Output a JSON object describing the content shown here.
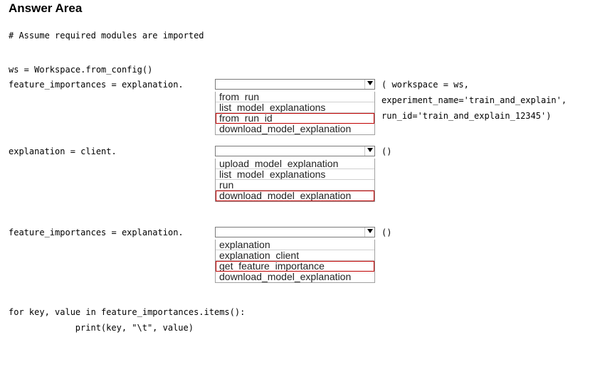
{
  "title": "Answer Area",
  "code": {
    "comment": "# Assume required modules are imported",
    "ws_line": "ws = Workspace.from_config()",
    "fi_line1": "feature_importances = explanation.",
    "args_1": "( workspace = ws,",
    "args_2": "experiment_name='train_and_explain',",
    "args_3": "run_id='train_and_explain_12345')",
    "expl_line": "explanation = client.",
    "parens_2": "()",
    "fi_line3": "feature_importances = explanation.",
    "parens_3": "()",
    "for_line": "for key, value in feature_importances.items():",
    "print_line": "        print(key, \"\\t\", value)"
  },
  "dropdown1": {
    "selected": "",
    "options": [
      "from_run",
      "list_model_explanations",
      "from_run_id",
      "download_model_explanation"
    ],
    "highlighted": "from_run_id"
  },
  "dropdown2": {
    "selected": "",
    "options": [
      "upload_model_explanation",
      "list_model_explanations",
      "run",
      "download_model_explanation"
    ],
    "highlighted": "download_model_explanation"
  },
  "dropdown3": {
    "selected": "",
    "options": [
      "explanation",
      "explanation_client",
      "get_feature_importance",
      "download_model_explanation"
    ],
    "highlighted": "get_feature_importance"
  },
  "colors": {
    "highlight_border": "#c00000",
    "text": "#000000"
  }
}
